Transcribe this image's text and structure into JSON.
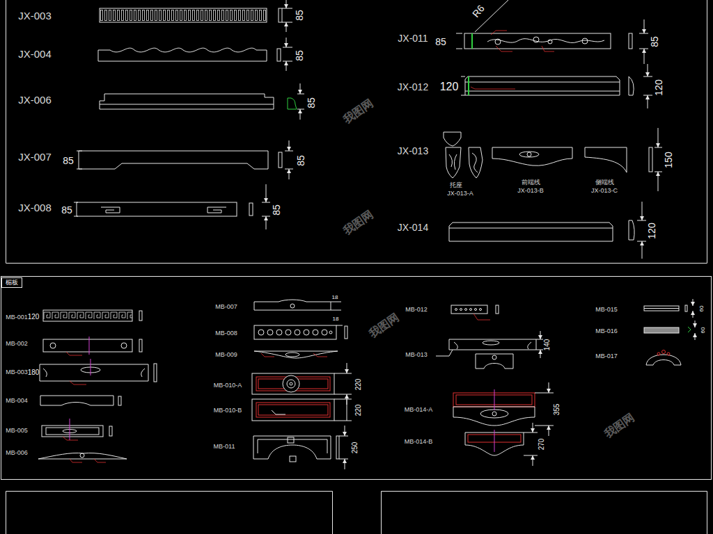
{
  "diagram": {
    "nodes": [
      {
        "text": [
          "楣板"
        ]
      }
    ],
    "labels": [
      "JX-003",
      "85",
      "JX-004",
      "85",
      "JX-006",
      "85",
      "JX-007",
      "85",
      "85",
      "JX-008",
      "85",
      "85",
      "JX-011",
      "85",
      "R6",
      "85",
      "JX-012",
      "120",
      "120",
      "JX-013",
      "托座",
      "JX-013-A",
      "前端线",
      "JX-013-B",
      "侧端线",
      "JX-013-C",
      "150",
      "JX-014",
      "120",
      "MB-001",
      "120",
      "MB-002",
      "MB-003",
      "180",
      "MB-004",
      "MB-005",
      "MB-006",
      "MB-007",
      "18",
      "MB-008",
      "18",
      "MB-009",
      "MB-010-A",
      "220",
      "MB-010-B",
      "220",
      "MB-011",
      "250",
      "MB-012",
      "MB-013",
      "140",
      "MB-014-A",
      "355",
      "MB-014-B",
      "270",
      "MB-015",
      "60",
      "MB-016",
      "60",
      "MB-017",
      "我图网",
      "我图网",
      "我图网",
      "我图网"
    ]
  }
}
